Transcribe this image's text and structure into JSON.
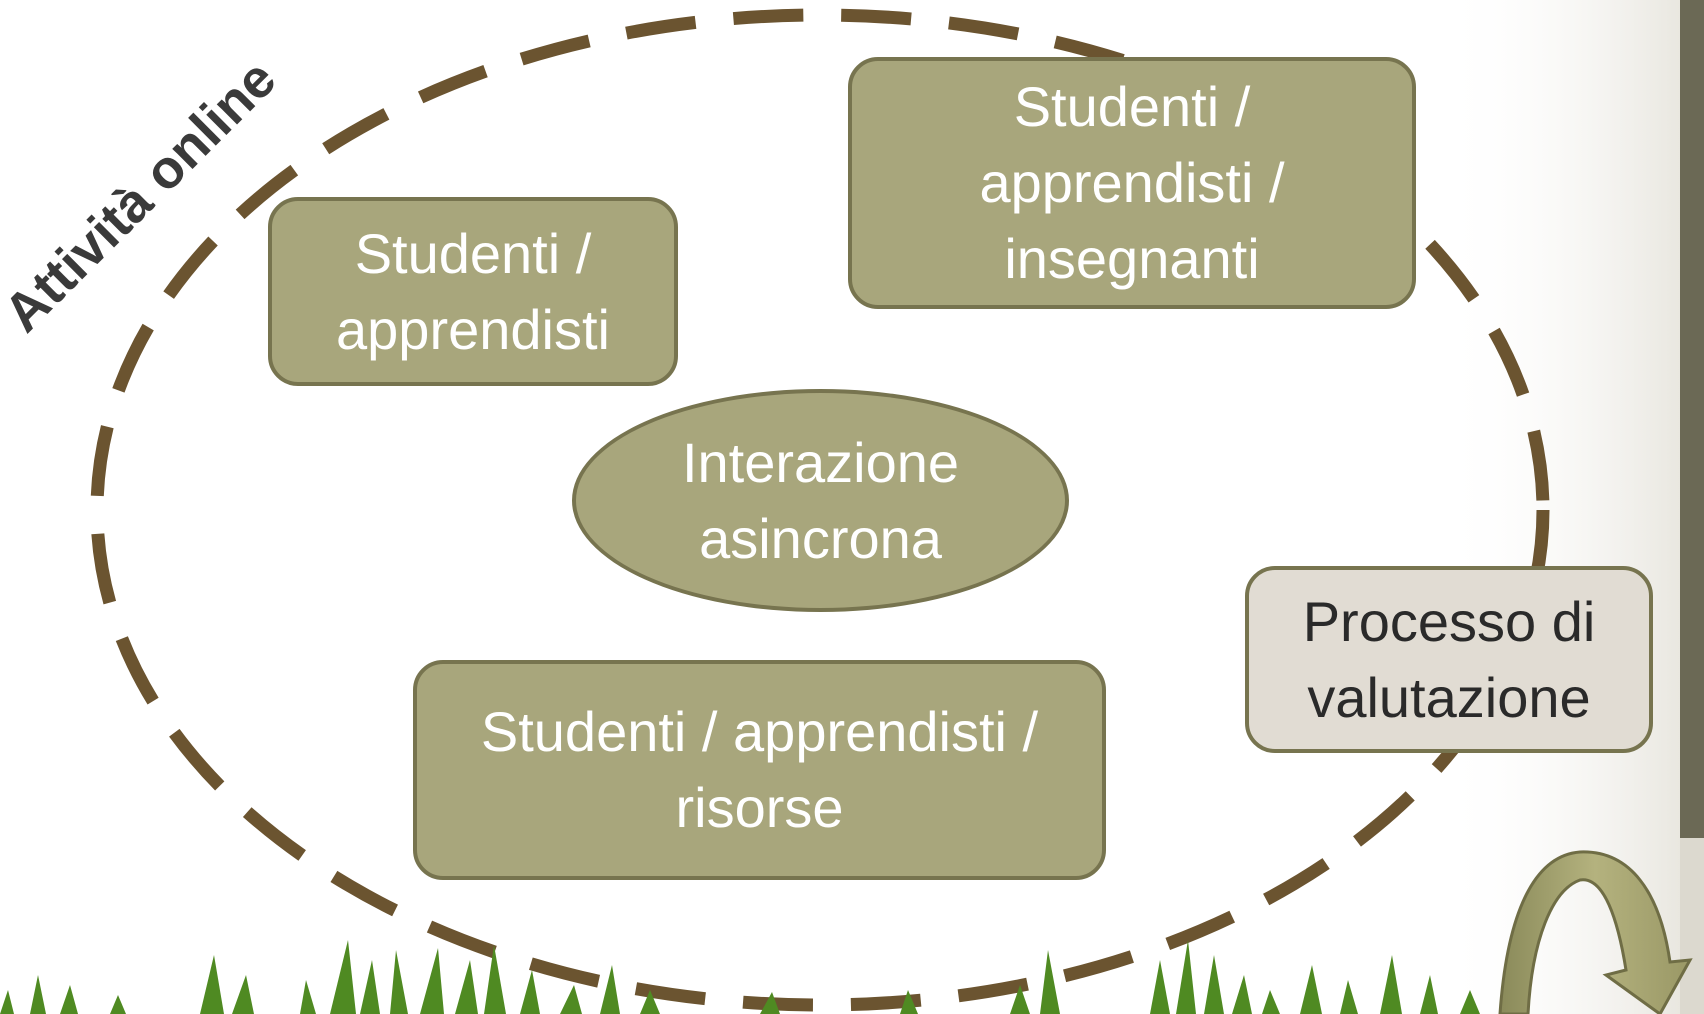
{
  "diagram": {
    "rotated_label": "Attività online",
    "center": {
      "line1": "Interazione",
      "line2": "asincrona"
    },
    "box_students": {
      "line1": "Studenti /",
      "line2": "apprendisti"
    },
    "box_teachers": {
      "line1": "Studenti /",
      "line2": "apprendisti /",
      "line3": "insegnanti"
    },
    "box_resources": {
      "line1": "Studenti / apprendisti /",
      "line2": "risorse"
    },
    "box_evaluation": {
      "line1": "Processo di",
      "line2": "valutazione"
    },
    "colors": {
      "box_fill": "#a8a67c",
      "box_border": "#77744f",
      "dashed_ring": "#6b5430",
      "eval_fill": "#e1dcd3",
      "side_bar": "#6b6955",
      "grass": "#4f8a22"
    },
    "icons": [
      "curved-arrow-icon",
      "grass-decoration"
    ]
  }
}
